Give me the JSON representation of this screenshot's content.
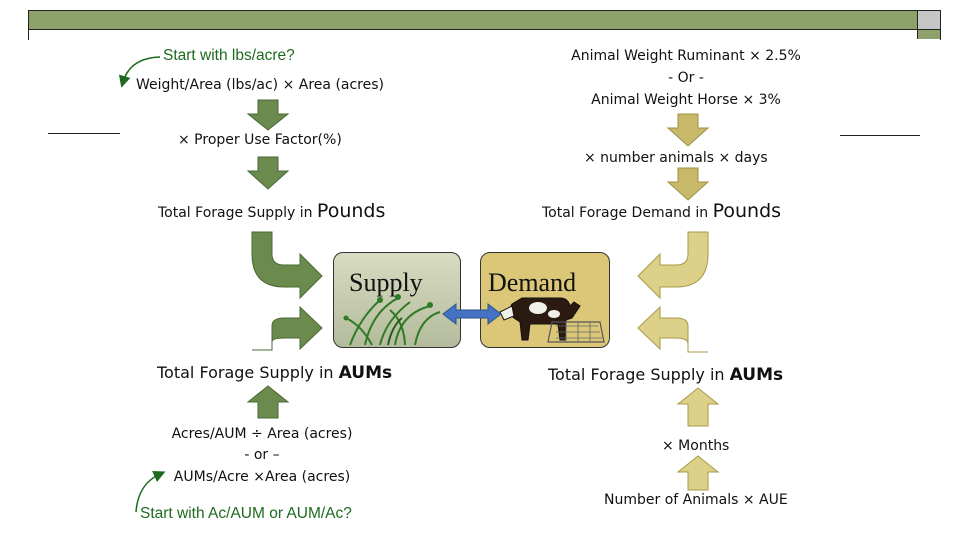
{
  "colors": {
    "supply_arrow": "#6a8a4e",
    "demand_arrow": "#c8b96a",
    "up_arrow_demand": "#ddd088",
    "accent_green": "#1e6a1e",
    "link_arrow": "#4472c4"
  },
  "left": {
    "start_note": "Start with lbs/acre?",
    "formula1": "Weight/Area (lbs/ac) × Area (acres)",
    "formula2": "× Proper Use Factor(%)",
    "total_pounds_prefix": "Total Forage Supply in ",
    "total_pounds_unit": "Pounds",
    "total_aums_prefix": "Total Forage Supply in ",
    "total_aums_unit": "AUMs",
    "acres_line1": "Acres/AUM ÷ Area (acres)",
    "acres_line2": "- or –",
    "acres_line3": "AUMs/Acre ×Area (acres)",
    "start_note2": "Start with Ac/AUM or AUM/Ac?"
  },
  "right": {
    "weight_line1": "Animal Weight Ruminant × 2.5%",
    "weight_line2": "- Or -",
    "weight_line3": "Animal Weight Horse × 3%",
    "formula2": "× number animals × days",
    "total_pounds_prefix": "Total Forage Demand in ",
    "total_pounds_unit": "Pounds",
    "total_aums_prefix": "Total Forage Supply in ",
    "total_aums_unit": "AUMs",
    "months": "× Months",
    "animals": "Number of Animals × AUE"
  },
  "center": {
    "supply_label": "Supply",
    "demand_label": "Demand"
  }
}
